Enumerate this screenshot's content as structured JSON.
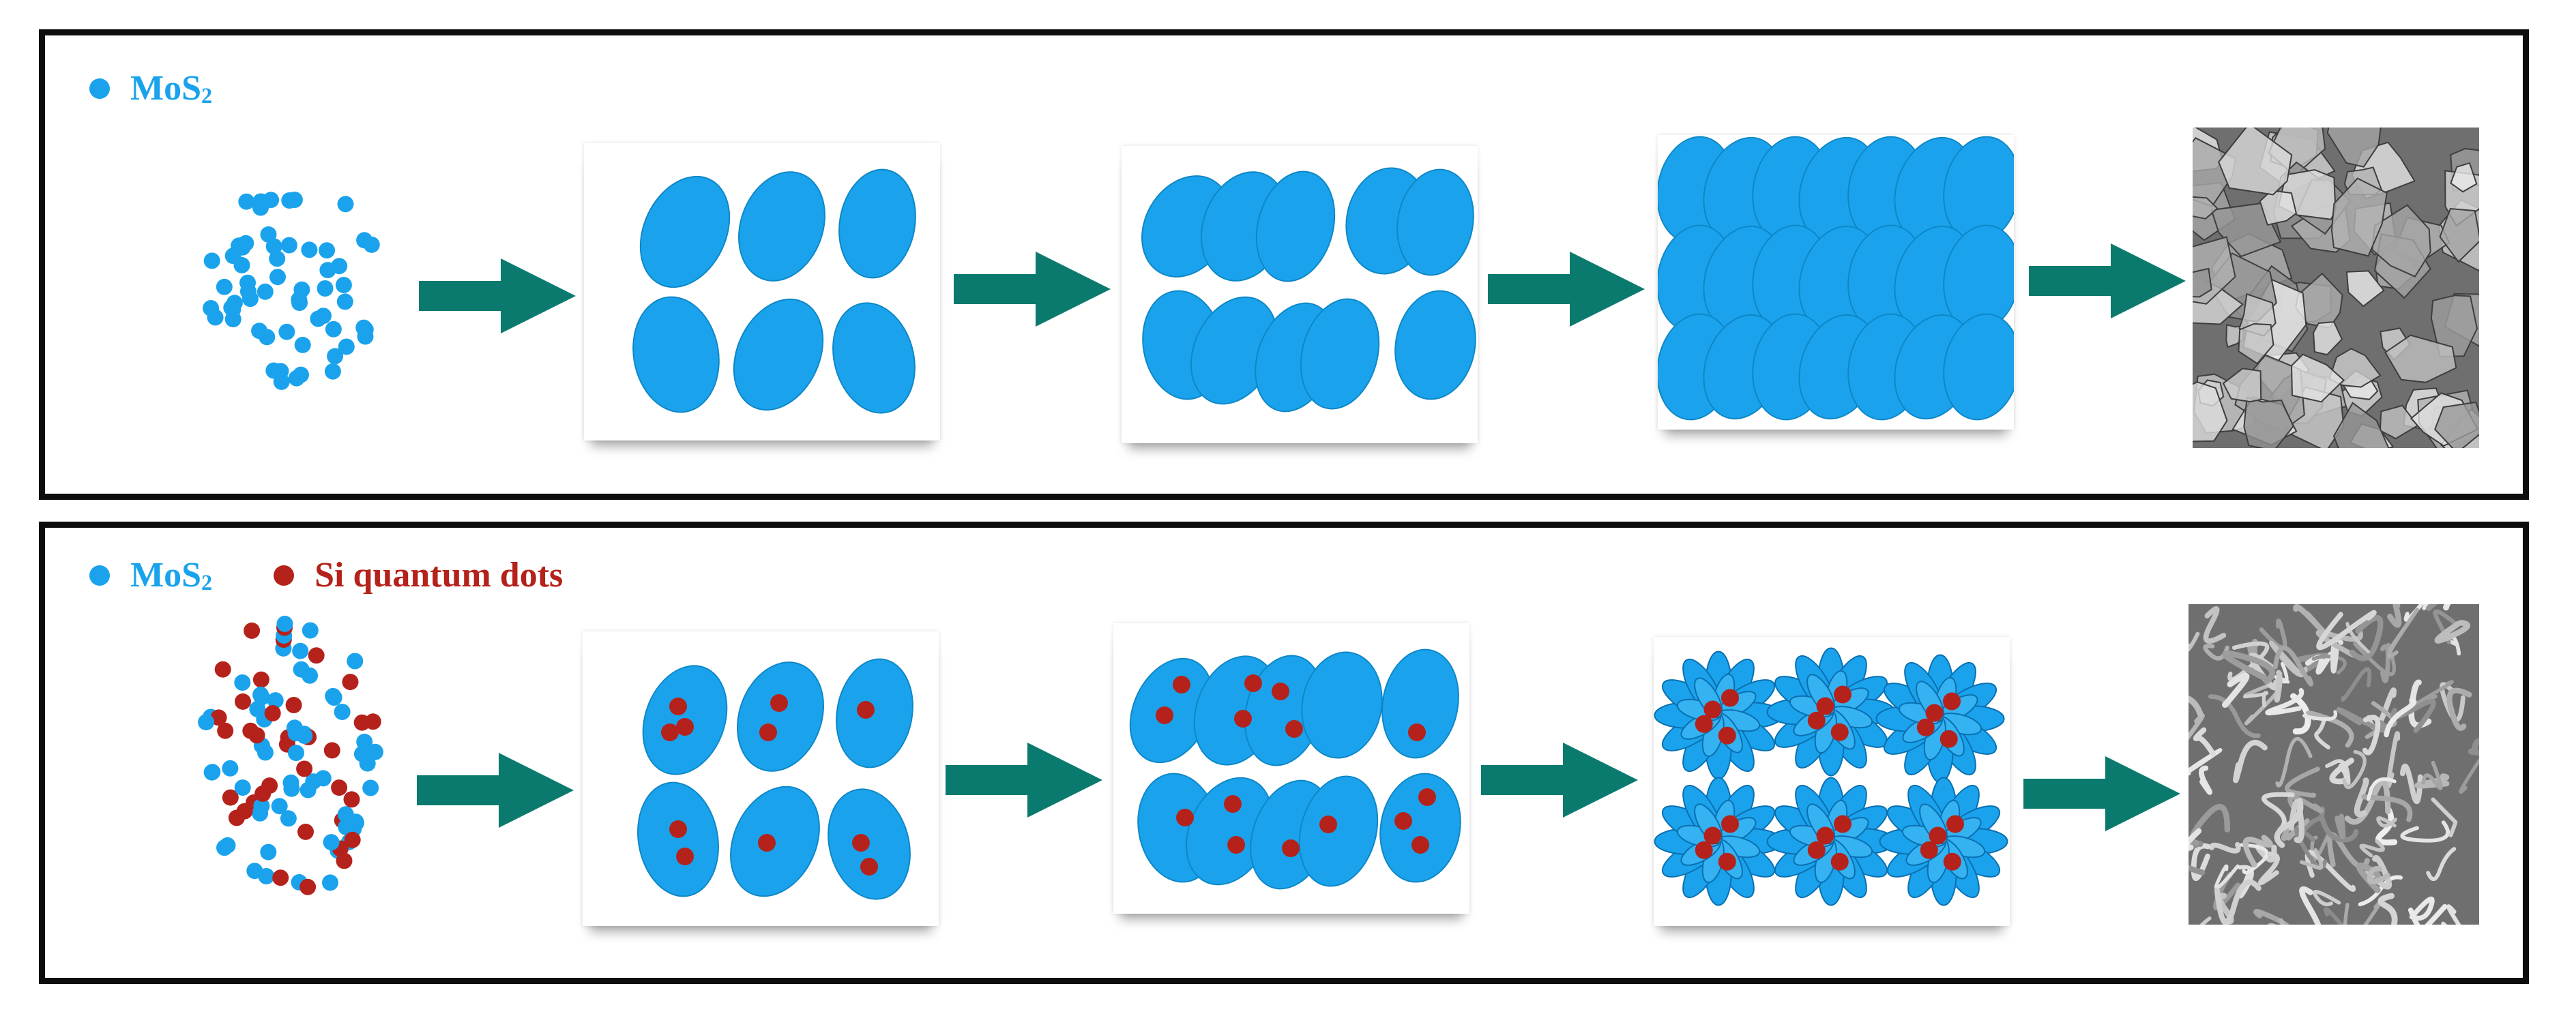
{
  "colors": {
    "mos2": "#1aa3ec",
    "si": "#b5221b",
    "arrow": "#0b7a6e",
    "border": "#0d0d0d"
  },
  "panel_top": {
    "legend": [
      {
        "symbol": "MoS",
        "subscript": "2",
        "color": "#1aa3ec"
      }
    ],
    "stages": [
      "precursor-dots",
      "ellipse-sheets",
      "overlapping-sheets",
      "stacked-sheets",
      "sem-image"
    ]
  },
  "panel_bottom": {
    "legend": [
      {
        "symbol": "MoS",
        "subscript": "2",
        "color": "#1aa3ec"
      },
      {
        "symbol": "Si quantum dots",
        "subscript": "",
        "color": "#b5221b"
      }
    ],
    "stages": [
      "precursor-dots",
      "ellipse-sheets-with-dots",
      "overlapping-sheets-with-dots",
      "flower-structures",
      "sem-image"
    ]
  }
}
